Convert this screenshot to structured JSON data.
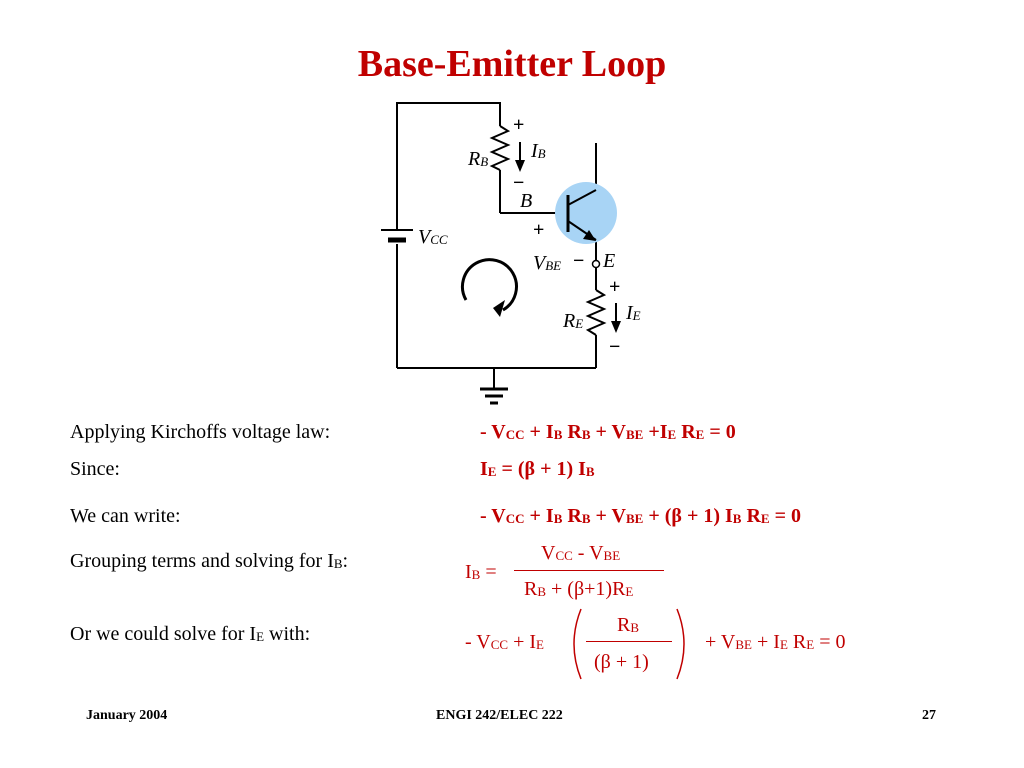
{
  "slide": {
    "title": "Base-Emitter Loop",
    "colors": {
      "title": "#c00000",
      "equations": "#c00000",
      "transistor": "#a8d4f5"
    }
  },
  "circuit": {
    "labels": {
      "rb_main": "R",
      "rb_sub": "B",
      "ib_main": "I",
      "ib_sub": "B",
      "vcc_main": "V",
      "vcc_sub": "CC",
      "b": "B",
      "vbe_main": "V",
      "vbe_sub": "BE",
      "e": "E",
      "re_main": "R",
      "re_sub": "E",
      "ie_main": "I",
      "ie_sub": "E",
      "plus": "+",
      "minus": "−"
    }
  },
  "rows": [
    {
      "label": "Applying Kirchoffs voltage law:",
      "eq": [
        "- V",
        "CC",
        " + I",
        "B",
        " R",
        "B",
        " + V",
        "BE",
        " +I",
        "E",
        " R",
        "E",
        " = 0"
      ]
    },
    {
      "label": "Since:",
      "eq": [
        "I",
        "E",
        " = (β + 1) I",
        "B"
      ]
    },
    {
      "label": "We can write:",
      "eq": [
        "- V",
        "CC",
        " + I",
        "B",
        " R",
        "B",
        " + V",
        "BE",
        " + (β + 1) I",
        "B",
        "  R",
        "E",
        " = 0"
      ]
    },
    {
      "label_main": "Grouping terms and solving for I",
      "label_sub": "B",
      "label_end": ":"
    },
    {
      "label_main": "Or we could solve for I",
      "label_sub": "E",
      "label_end": " with:"
    }
  ],
  "ib_formula": {
    "lhs": [
      "I",
      "B",
      " ="
    ],
    "num": [
      "V",
      "CC",
      " - V",
      "BE"
    ],
    "den": [
      "R",
      "B",
      " + (β+1)R",
      "E"
    ]
  },
  "ie_formula": {
    "left": [
      "- V",
      "CC",
      " + I",
      "E"
    ],
    "num": [
      "R",
      "B"
    ],
    "den": [
      "(β + 1)"
    ],
    "right": [
      "+ V",
      "BE",
      " +  I",
      "E",
      " R",
      "E",
      " = 0"
    ]
  },
  "footer": {
    "date": "January 2004",
    "course": "ENGI 242/ELEC 222",
    "page": "27"
  }
}
